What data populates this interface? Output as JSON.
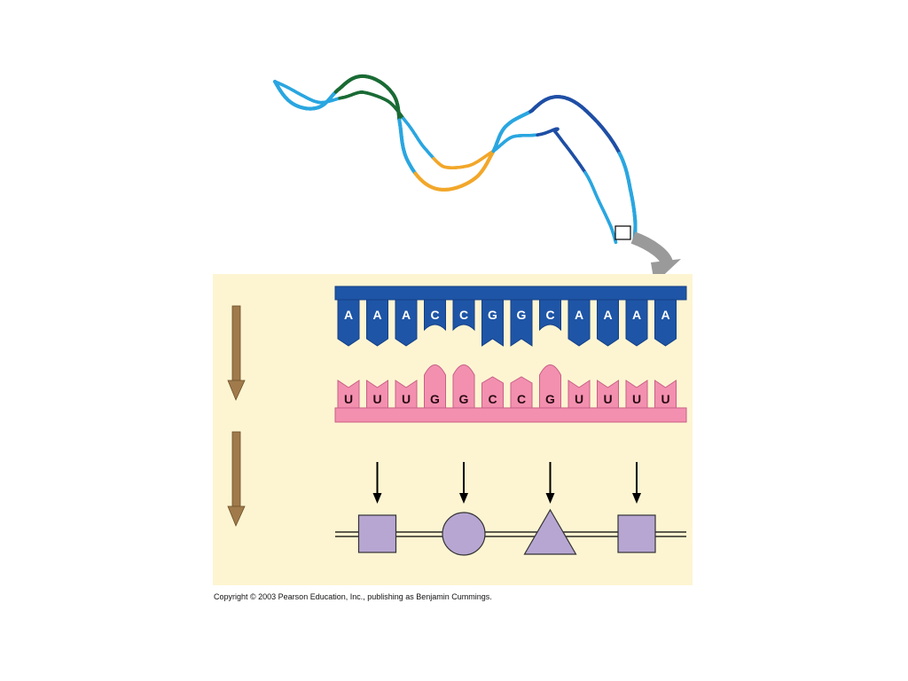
{
  "dna_bases": [
    "A",
    "A",
    "A",
    "C",
    "C",
    "G",
    "G",
    "C",
    "A",
    "A",
    "A",
    "A"
  ],
  "mrna_bases": [
    "U",
    "U",
    "U",
    "G",
    "G",
    "C",
    "C",
    "G",
    "U",
    "U",
    "U",
    "U"
  ],
  "amino_acid_shapes": [
    "square",
    "circle",
    "triangle",
    "square"
  ],
  "copyright": "Copyright © 2003 Pearson Education, Inc., publishing as Benjamin Cummings.",
  "colors": {
    "panel": "#fdf5d2",
    "dna_strand": "#1e55a6",
    "dna_dark": "#153f86",
    "mrna": "#f390b0",
    "mrna_dark": "#c86087",
    "amino_acid": "#b7a6d2",
    "process_arrow": "#a07a4a",
    "helix_light_blue": "#2aa6e0",
    "helix_green": "#1a6b35",
    "helix_orange": "#f2a72a",
    "helix_dark_blue": "#1f4fa5"
  }
}
